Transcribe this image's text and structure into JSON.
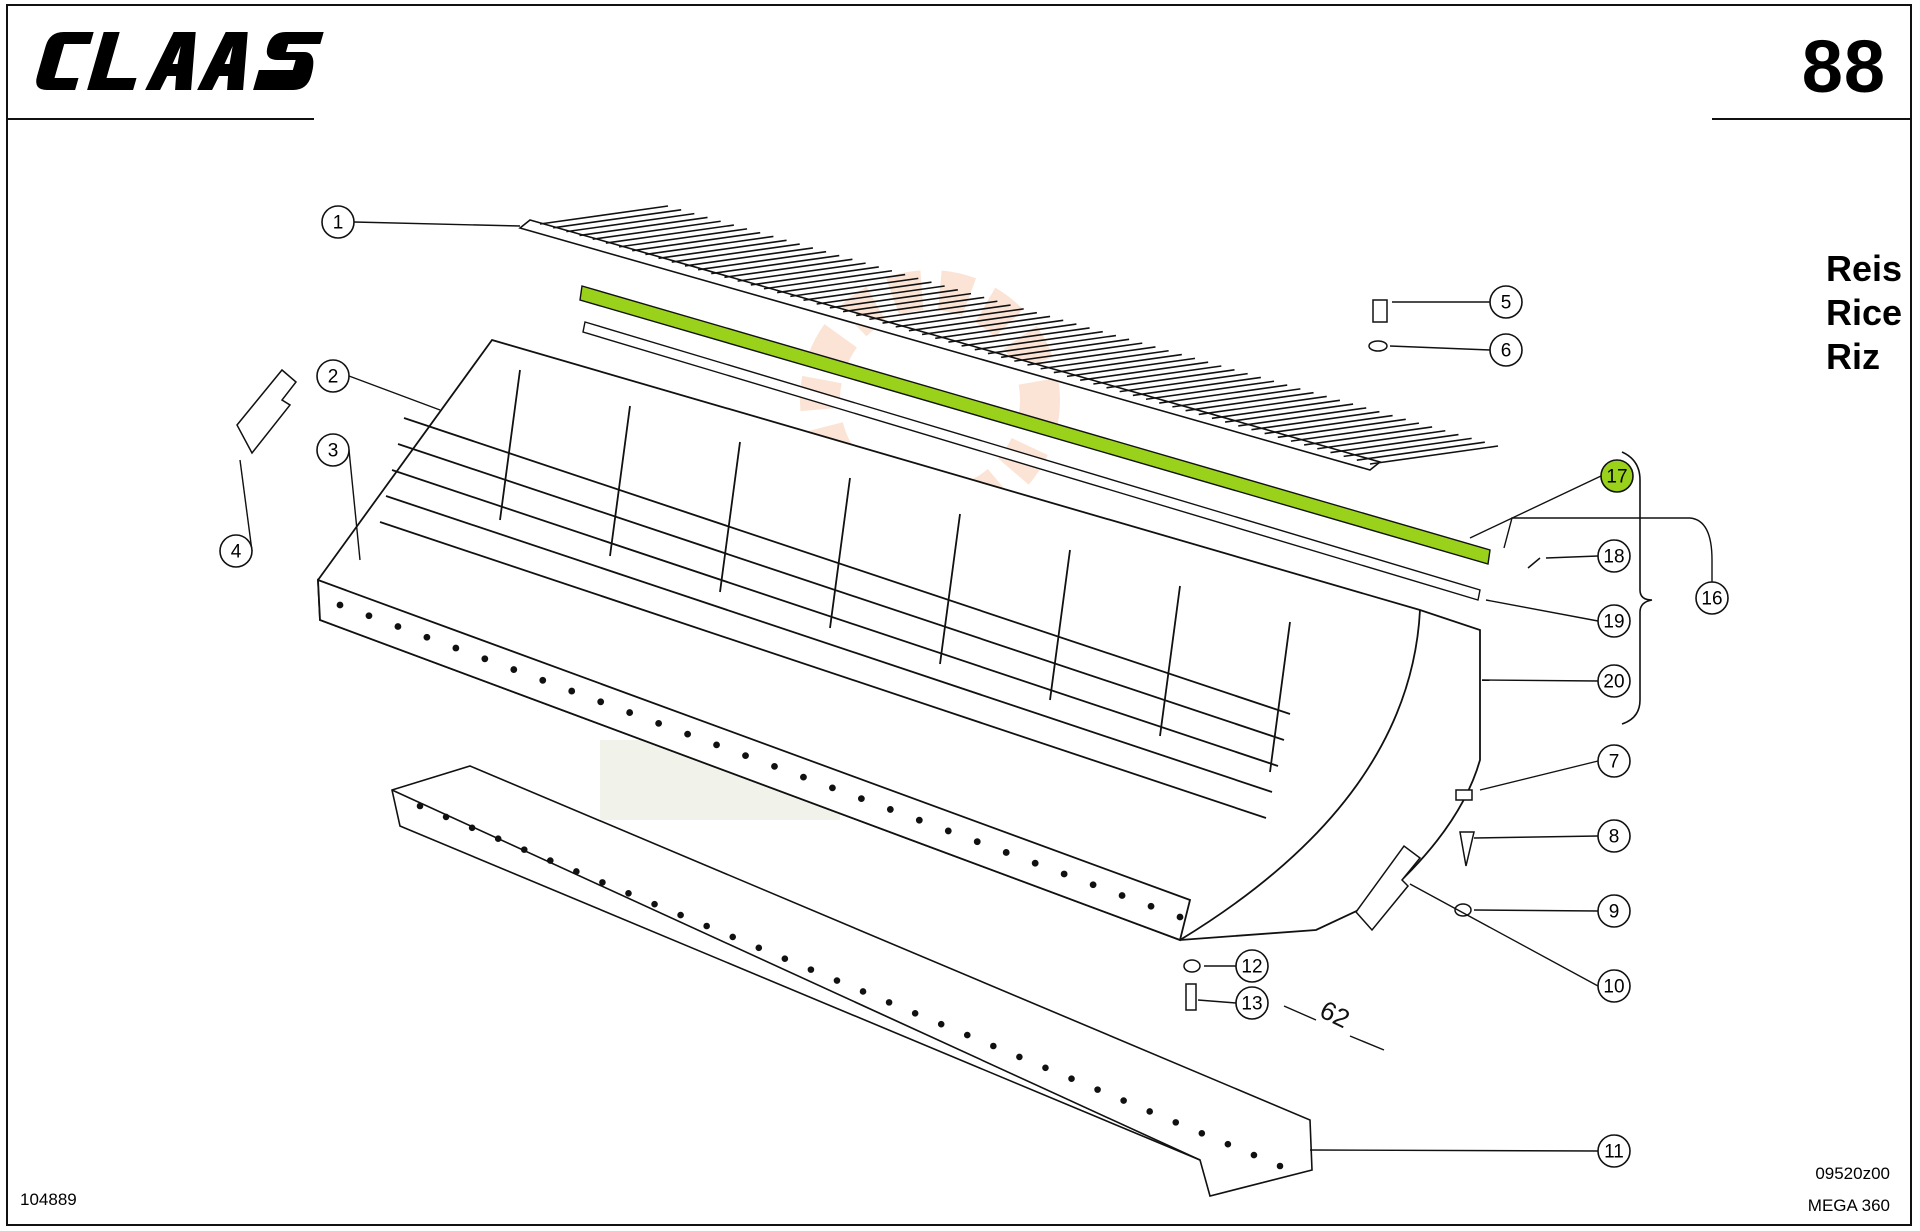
{
  "header": {
    "brand": "CLAAS",
    "page_number": "88"
  },
  "languages": [
    "Reis",
    "Rice",
    "Riz"
  ],
  "footer": {
    "drawing_number": "104889",
    "code": "09520z00",
    "model": "MEGA 360"
  },
  "dimension_label": "62",
  "callouts": [
    "1",
    "2",
    "3",
    "4",
    "5",
    "6",
    "7",
    "8",
    "9",
    "10",
    "11",
    "12",
    "13",
    "16",
    "17",
    "18",
    "19",
    "20"
  ],
  "highlighted_callout": "17",
  "colors": {
    "highlight": "#9ad21b",
    "line": "#111111",
    "watermark": "#f2b28a"
  }
}
